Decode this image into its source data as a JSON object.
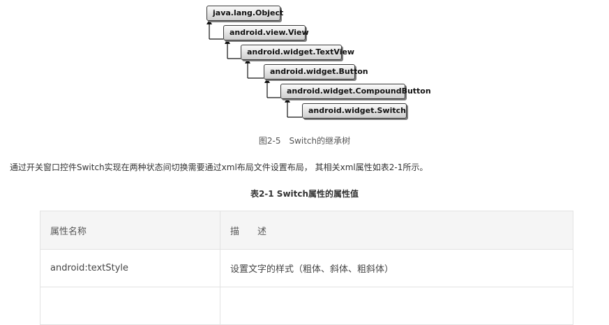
{
  "diagram": {
    "classes": [
      "java.lang.Object",
      "android.view.View",
      "android.widget.TextView",
      "android.widget.Button",
      "android.widget.CompoundButton",
      "android.widget.Switch"
    ],
    "caption": "图2-5　Switch的继承树"
  },
  "paragraph": "通过开关窗口控件Switch实现在两种状态间切换需要通过xml布局文件设置布局， 其相关xml属性如表2-1所示。",
  "table": {
    "title": "表2-1 Switch属性的属性值",
    "headers": [
      "属性名称",
      "描　　述"
    ],
    "rows": [
      [
        "android:textStyle",
        "设置文字的样式（粗体、斜体、粗斜体）"
      ],
      [
        "",
        ""
      ]
    ]
  }
}
